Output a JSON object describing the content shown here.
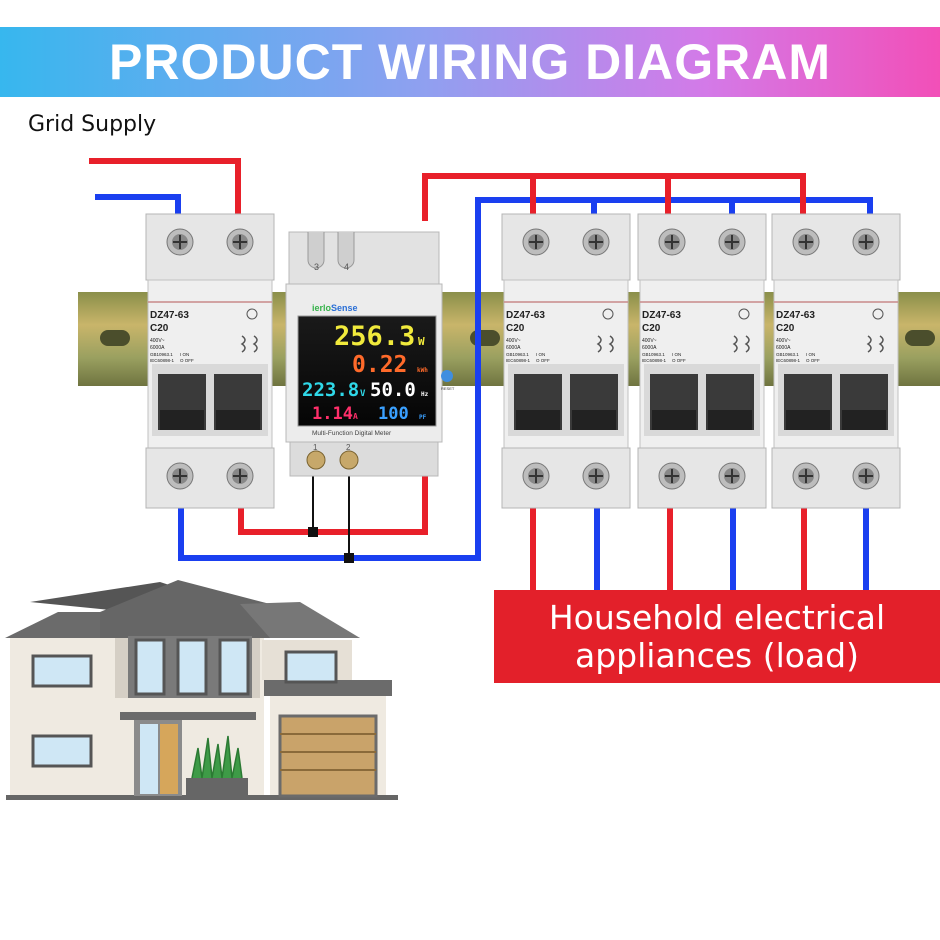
{
  "banner": {
    "title": "PRODUCT WIRING DIAGRAM"
  },
  "grid_supply_label": "Grid Supply",
  "breaker": {
    "model": "DZ47-63",
    "rating": "C20",
    "voltage": "400V~",
    "capacity": "6000A",
    "std1": "GB10963.1",
    "std2": "IEC60898-1",
    "on_label": "I ON",
    "off_label": "O OFF"
  },
  "meter": {
    "brand_prefix": "ierlo",
    "brand_suffix": "Sense",
    "terminal_top_left": "3",
    "terminal_top_right": "4",
    "terminal_bottom_left": "1",
    "terminal_bottom_right": "2",
    "power_value": "256.3",
    "power_unit": "W",
    "energy_value": "0.22",
    "energy_unit": "kWh",
    "voltage_value": "223.8",
    "voltage_unit": "V",
    "frequency_value": "50.0",
    "frequency_unit": "Hz",
    "current_value": "1.14",
    "current_unit": "A",
    "pf_value": "100",
    "pf_unit": "PF",
    "reset_label": "RESET",
    "caption": "Multi-Function Digital Meter"
  },
  "load": {
    "line1": "Household electrical",
    "line2": "appliances (load)"
  },
  "colors": {
    "live": "#e8202a",
    "neutral": "#1a3ff0",
    "banner_left": "#37b7ee",
    "banner_right": "#f24fb8",
    "load_box": "#e3202a"
  }
}
